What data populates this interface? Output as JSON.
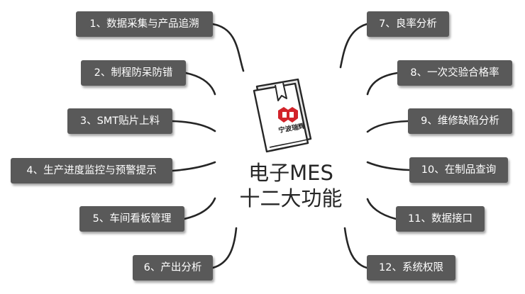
{
  "center": {
    "line1": "电子MES",
    "line2": "十二大功能",
    "logo_text": "宁波瑞辉"
  },
  "functions": [
    {
      "label": "1、数据采集与产品追溯"
    },
    {
      "label": "2、制程防呆防错"
    },
    {
      "label": "3、SMT贴片上料"
    },
    {
      "label": "4、生产进度监控与预警提示"
    },
    {
      "label": "5、车间看板管理"
    },
    {
      "label": "6、产出分析"
    },
    {
      "label": "7、良率分析"
    },
    {
      "label": "8、一次交验合格率"
    },
    {
      "label": "9、维修缺陷分析"
    },
    {
      "label": "10、在制品查询"
    },
    {
      "label": "11、数据接口"
    },
    {
      "label": "12、系统权限"
    }
  ],
  "colors": {
    "node_fill": "#595959",
    "node_text": "#ffffff",
    "line": "#262626",
    "logo_red": "#d2232a"
  }
}
